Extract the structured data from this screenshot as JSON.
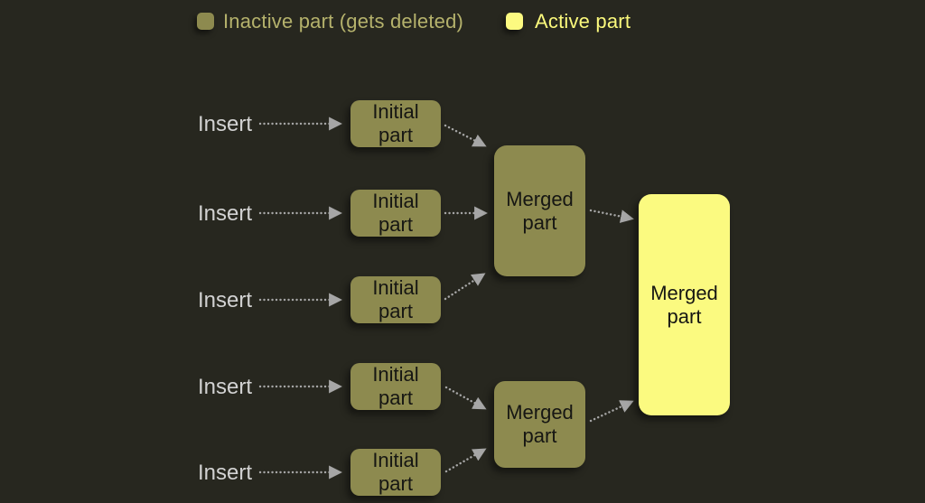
{
  "legend": {
    "items": [
      {
        "label": "Inactive part (gets deleted)",
        "swatch_color": "#8d8a4f",
        "label_color": "#b5b26c"
      },
      {
        "label": "Active part",
        "swatch_color": "#fcfa80",
        "label_color": "#fbf97c"
      }
    ]
  },
  "flow": {
    "insert_labels": [
      "Insert",
      "Insert",
      "Insert",
      "Insert",
      "Insert"
    ],
    "initial_parts": [
      {
        "label": "Initial part",
        "state": "inactive"
      },
      {
        "label": "Initial part",
        "state": "inactive"
      },
      {
        "label": "Initial part",
        "state": "inactive"
      },
      {
        "label": "Initial part",
        "state": "inactive"
      },
      {
        "label": "Initial part",
        "state": "inactive"
      }
    ],
    "merged_parts": [
      {
        "label": "Merged part",
        "state": "inactive"
      },
      {
        "label": "Merged part",
        "state": "inactive"
      }
    ],
    "final_part": {
      "label": "Merged part",
      "state": "active"
    }
  },
  "colors": {
    "background": "#27271f",
    "inactive_part": "#8d8a4f",
    "active_part": "#fbfa80",
    "node_text": "#161613",
    "insert_text": "#d2d2d2",
    "arrow": "#a6a6a6"
  }
}
